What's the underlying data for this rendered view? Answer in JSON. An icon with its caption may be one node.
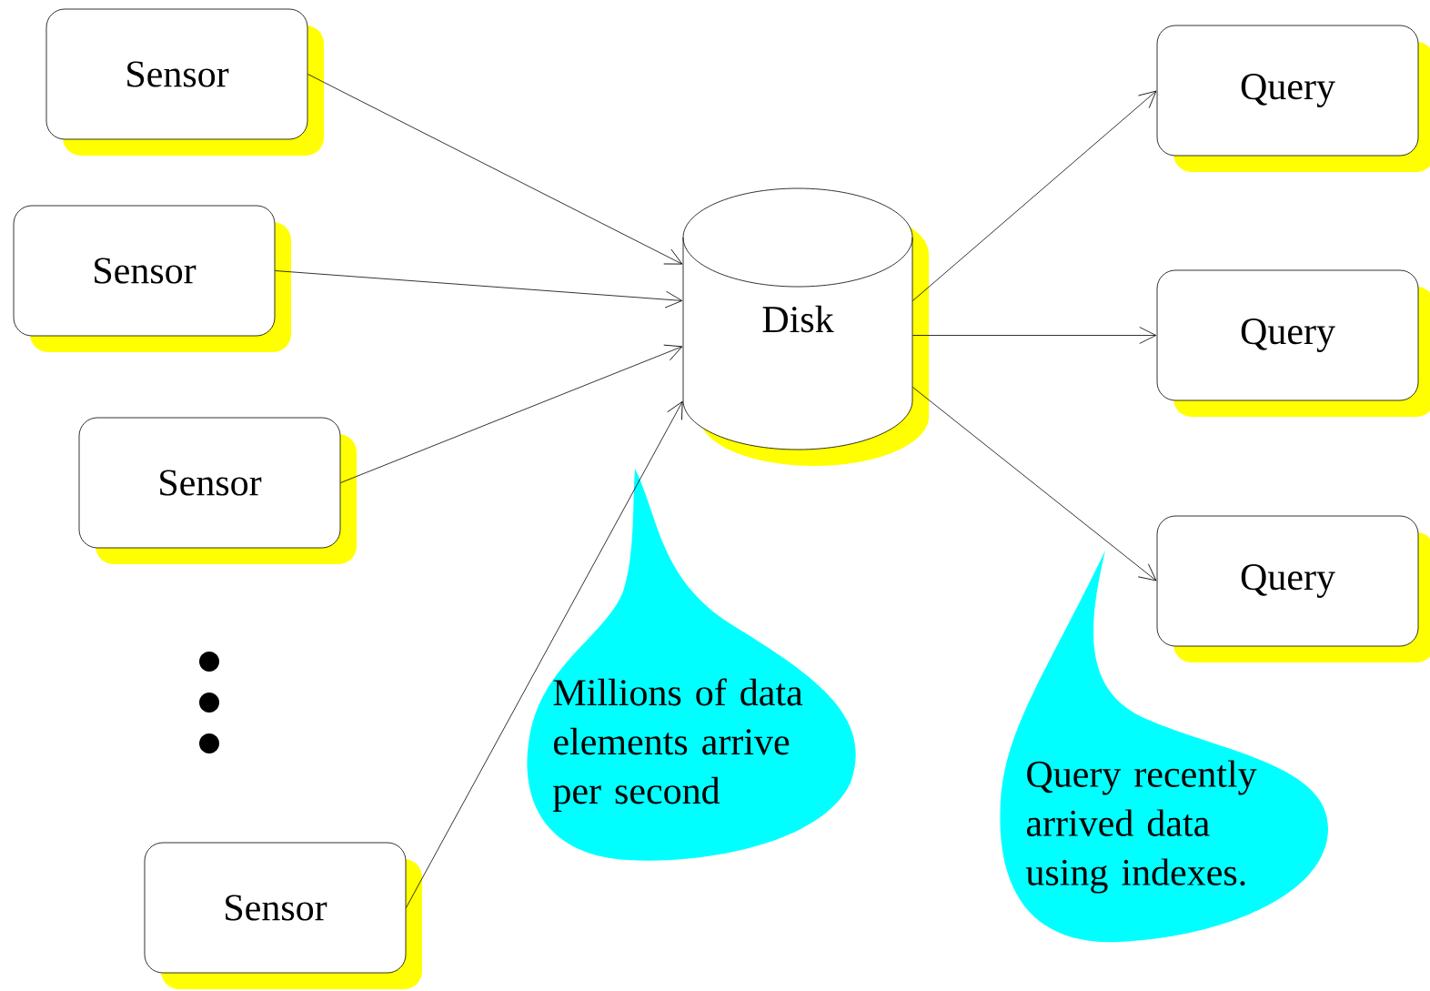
{
  "diagram": {
    "nodes": [
      {
        "text": [
          "Sensor"
        ]
      },
      {
        "text": [
          "Sensor"
        ]
      },
      {
        "text": [
          "Sensor"
        ]
      },
      {
        "text": [
          "Sensor"
        ]
      },
      {
        "text": [
          "Disk"
        ]
      },
      {
        "text": [
          "Query"
        ]
      },
      {
        "text": [
          "Query"
        ]
      },
      {
        "text": [
          "Query"
        ]
      },
      {
        "text": [
          "Millions of data elements arrive per second"
        ]
      },
      {
        "text": [
          "Query recently arrived data using indexes."
        ]
      }
    ],
    "edges": [
      {
        "from": 0,
        "to": 4,
        "arrow": "to"
      },
      {
        "from": 1,
        "to": 4,
        "arrow": "to"
      },
      {
        "from": 2,
        "to": 4,
        "arrow": "to"
      },
      {
        "from": 3,
        "to": 4,
        "arrow": "to"
      },
      {
        "from": 4,
        "to": 5,
        "arrow": "to"
      },
      {
        "from": 4,
        "to": 6,
        "arrow": "to"
      },
      {
        "from": 4,
        "to": 7,
        "arrow": "to"
      }
    ]
  }
}
